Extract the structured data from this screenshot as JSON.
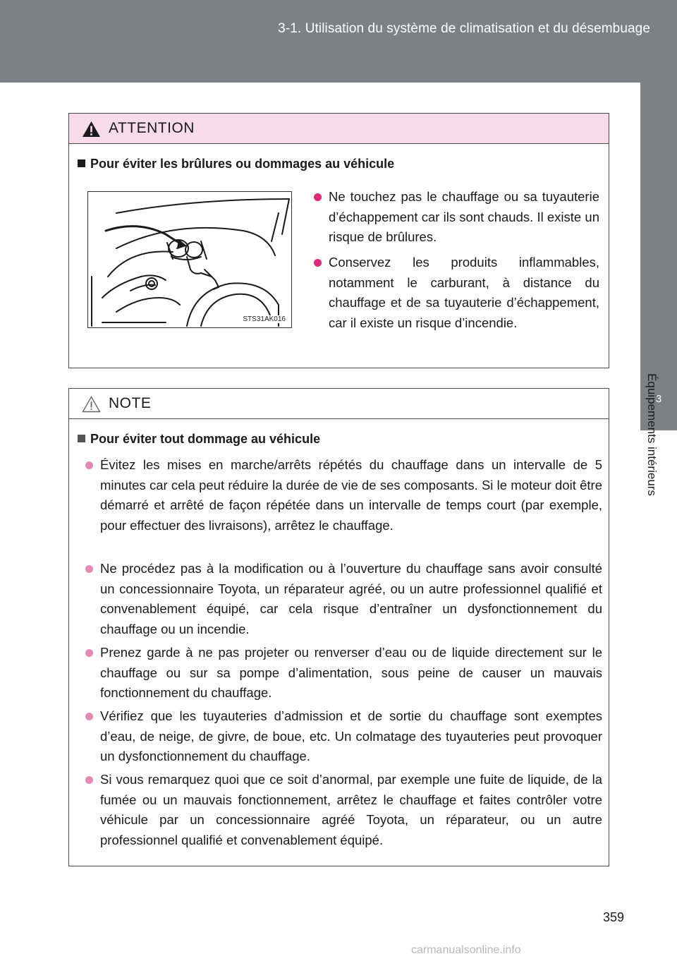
{
  "header": {
    "title": "3-1. Utilisation du système de climatisation et du désembuage"
  },
  "side_tab": {
    "number": "3",
    "label": "Équipements intérieurs"
  },
  "attention": {
    "heading": "ATTENTION",
    "section_title": "Pour éviter les brûlures ou dommages au véhicule",
    "figure_code": "STS31AK016",
    "bullets": [
      "Ne touchez pas le chauffage ou sa tuyauterie d’échappement car ils sont chauds. Il existe un risque de brûlures.",
      "Conservez les produits inflammables, notamment le carburant, à distance du chauffage et de sa tuyauterie d’échappement, car il existe un risque d’incendie."
    ]
  },
  "note": {
    "heading": "NOTE",
    "section_title": "Pour éviter tout dommage au véhicule",
    "bullets": [
      "Évitez les mises en marche/arrêts répétés du chauffage dans un intervalle de 5 minutes car cela peut réduire la durée de vie de ses composants. Si le moteur doit être démarré et arrêté de façon répétée dans un intervalle de temps court (par exemple, pour effectuer des livraisons), arrêtez le chauffage.",
      "Ne procédez pas à la modification ou à l’ouverture du chauffage sans avoir consulté un concessionnaire Toyota, un réparateur agréé, ou un autre professionnel qualifié et convenablement équipé, car cela risque d’entraîner un dysfonctionnement du chauffage ou un incendie.",
      "Prenez garde à ne pas projeter ou renverser d’eau ou de liquide directement sur le chauffage ou sur sa pompe d’alimentation, sous peine de causer un mauvais fonctionnement du chauffage.",
      "Vérifiez que les tuyauteries d’admission et de sortie du chauffage sont exemptes d’eau, de neige, de givre, de boue, etc. Un colmatage des tuyauteries peut provoquer un dysfonctionnement du chauffage.",
      "Si vous remarquez quoi que ce soit d’anormal, par exemple une fuite de liquide, de la fumée ou un mauvais fonctionnement, arrêtez le chauffage et faites contrôler votre véhicule par un concessionnaire agréé Toyota, un réparateur, ou un autre professionnel qualifié et convenablement équipé."
    ]
  },
  "page_number": "359",
  "watermark": "carmanualsonline.info",
  "colors": {
    "header_gray": "#7f8083",
    "attention_pink": "#f7dbe7",
    "bullet_magenta": "#e0287a"
  }
}
